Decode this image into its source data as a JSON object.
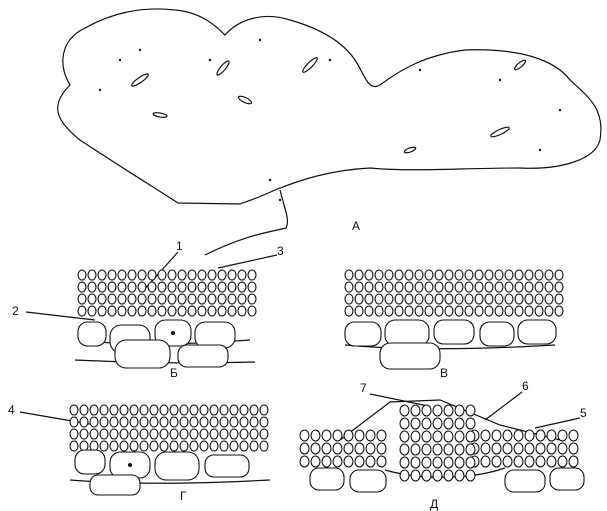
{
  "figure": {
    "labels": {
      "main": "А",
      "b": "Б",
      "v": "В",
      "g": "Г",
      "d": "Д"
    },
    "numbers": [
      "1",
      "2",
      "3",
      "4",
      "5",
      "6",
      "7"
    ]
  },
  "colors": {
    "ink": "#111111",
    "paper": "#ffffff"
  }
}
